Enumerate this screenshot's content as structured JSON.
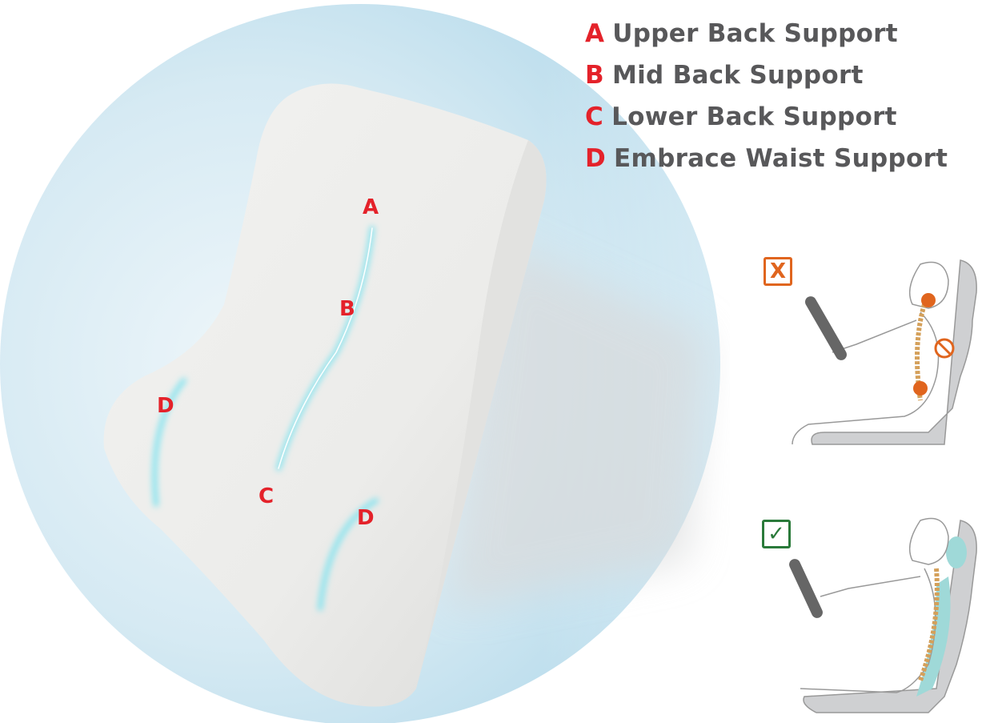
{
  "legend": [
    {
      "key": "A",
      "label": "Upper Back Support"
    },
    {
      "key": "B",
      "label": "Mid Back Support"
    },
    {
      "key": "C",
      "label": "Lower Back Support"
    },
    {
      "key": "D",
      "label": "Embrace Waist Support"
    }
  ],
  "markers": {
    "a": "A",
    "b": "B",
    "c": "C",
    "d1": "D",
    "d2": "D"
  },
  "posture": {
    "wrong_symbol": "X",
    "right_symbol": "✓",
    "wrong_color": "#e0651e",
    "right_color": "#2a7a3a"
  },
  "colors": {
    "accent_red": "#e4222a",
    "text_gray": "#58585a",
    "glow": "#7fe3ef"
  }
}
